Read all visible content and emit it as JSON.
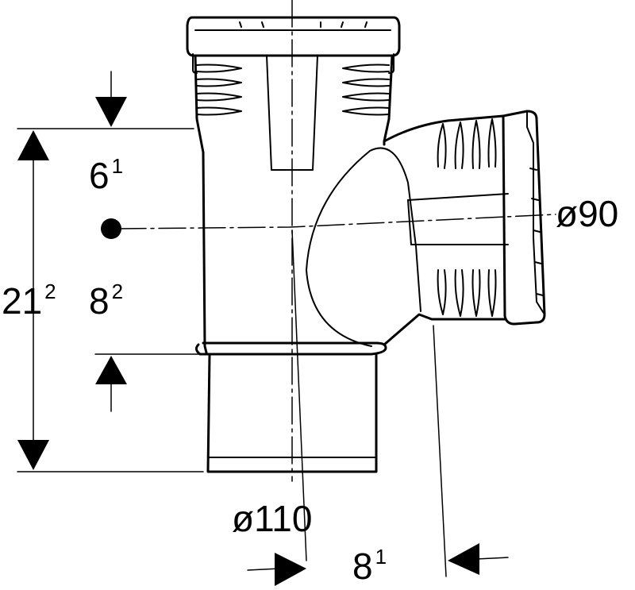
{
  "dimensions": {
    "top_offset": {
      "main": "6",
      "sup": "1"
    },
    "center_height": {
      "main": "8",
      "sup": "2"
    },
    "total_height": {
      "main": "21",
      "sup": "2"
    },
    "branch_offset": {
      "main": "8",
      "sup": "1"
    },
    "main_diameter": "ø110",
    "branch_diameter": "ø90"
  },
  "colors": {
    "line": "#000000",
    "background": "#ffffff"
  }
}
